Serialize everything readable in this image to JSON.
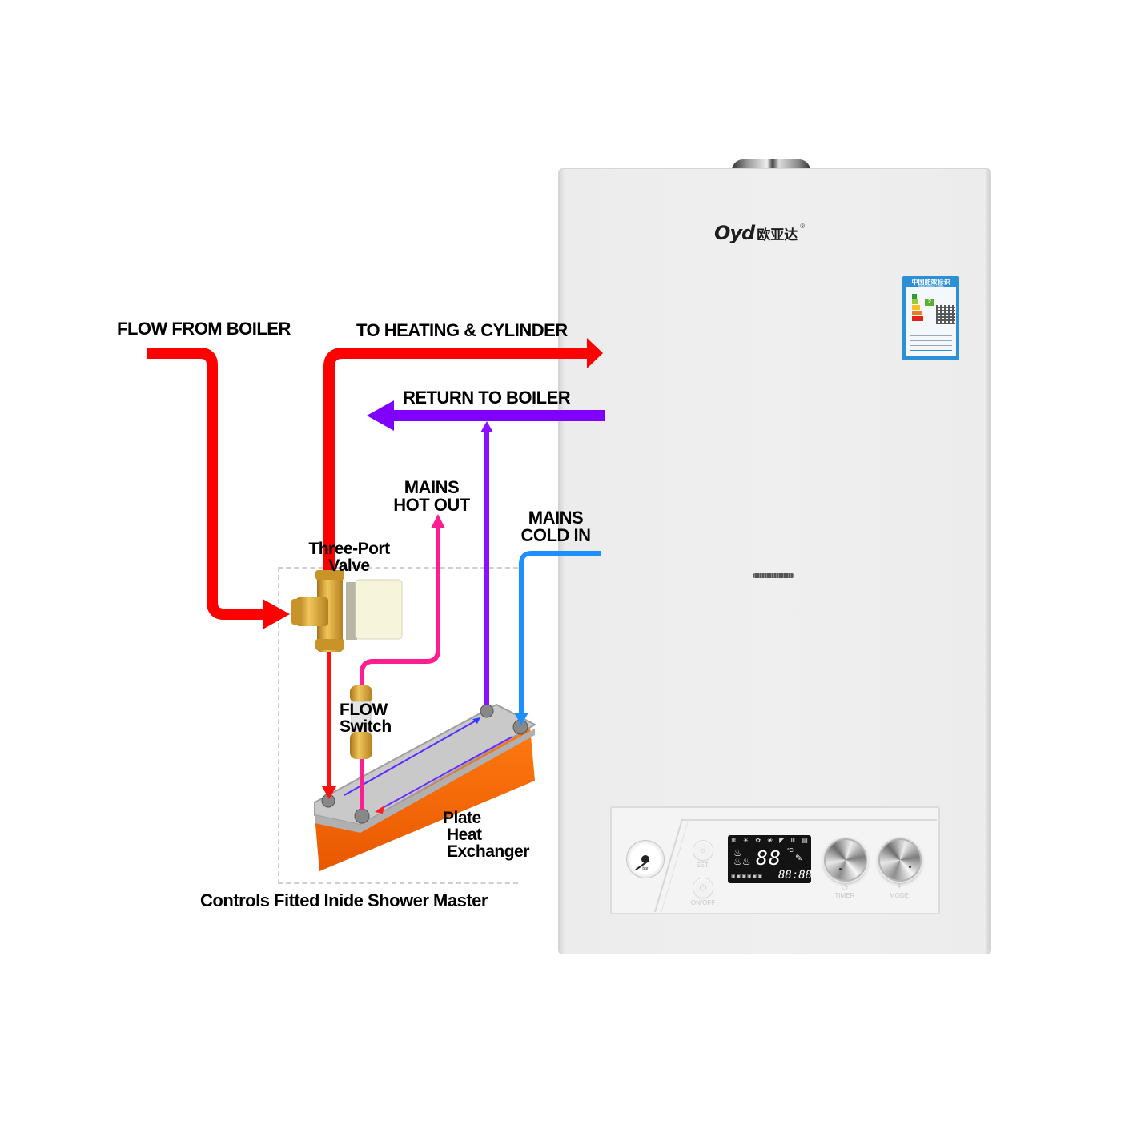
{
  "diagram": {
    "labels": {
      "flow_from_boiler": "FLOW FROM BOILER",
      "to_heating_cylinder": "TO HEATING & CYLINDER",
      "return_to_boiler": "RETURN TO BOILER",
      "mains_hot_out_line1": "MAINS",
      "mains_hot_out_line2": "HOT OUT",
      "mains_cold_in_line1": "MAINS",
      "mains_cold_in_line2": "COLD IN",
      "three_port_valve_line1": "Three-Port",
      "three_port_valve_line2": "Valve",
      "flow_switch_line1": "FLOW",
      "flow_switch_line2": "Switch",
      "plate_hx_line1": "Plate",
      "plate_hx_line2": "Heat",
      "plate_hx_line3": "Exchanger",
      "caption": "Controls Fitted Inide Shower Master"
    },
    "colors": {
      "flow_hot": "#ff0000",
      "return": "#8000ff",
      "mains_hot": "#ff1493",
      "mains_cold": "#1e8fff",
      "heat_exchanger": "#ff6a00",
      "valve_brass": "#d9a53a"
    }
  },
  "boiler": {
    "brand_mark": "Oyd",
    "brand_cn": "欧亚达",
    "brand_reg": "®",
    "energy_label": {
      "title": "中国能效标识",
      "subtitle": "CHINA ENERGY LABEL",
      "grade": "2"
    },
    "control_panel": {
      "gauge_unit": "bar",
      "set_label": "SET",
      "onoff_label": "ON/OFF",
      "set_icon": "☼",
      "power_icon": "⏻",
      "lcd": {
        "top_icons": "❄ ☀ ✿ ❀ ◤ Ⅲ ▤",
        "flames": "♨",
        "temperature": "88",
        "temp_unit": "°C",
        "wrench": "✎",
        "time": "88:88",
        "bottom_icons": "▣▣▣▣▣▣"
      },
      "timer_label": "TIMER",
      "timer_icon": "◷",
      "mode_label": "MODE",
      "mode_icon": "⚘"
    }
  }
}
